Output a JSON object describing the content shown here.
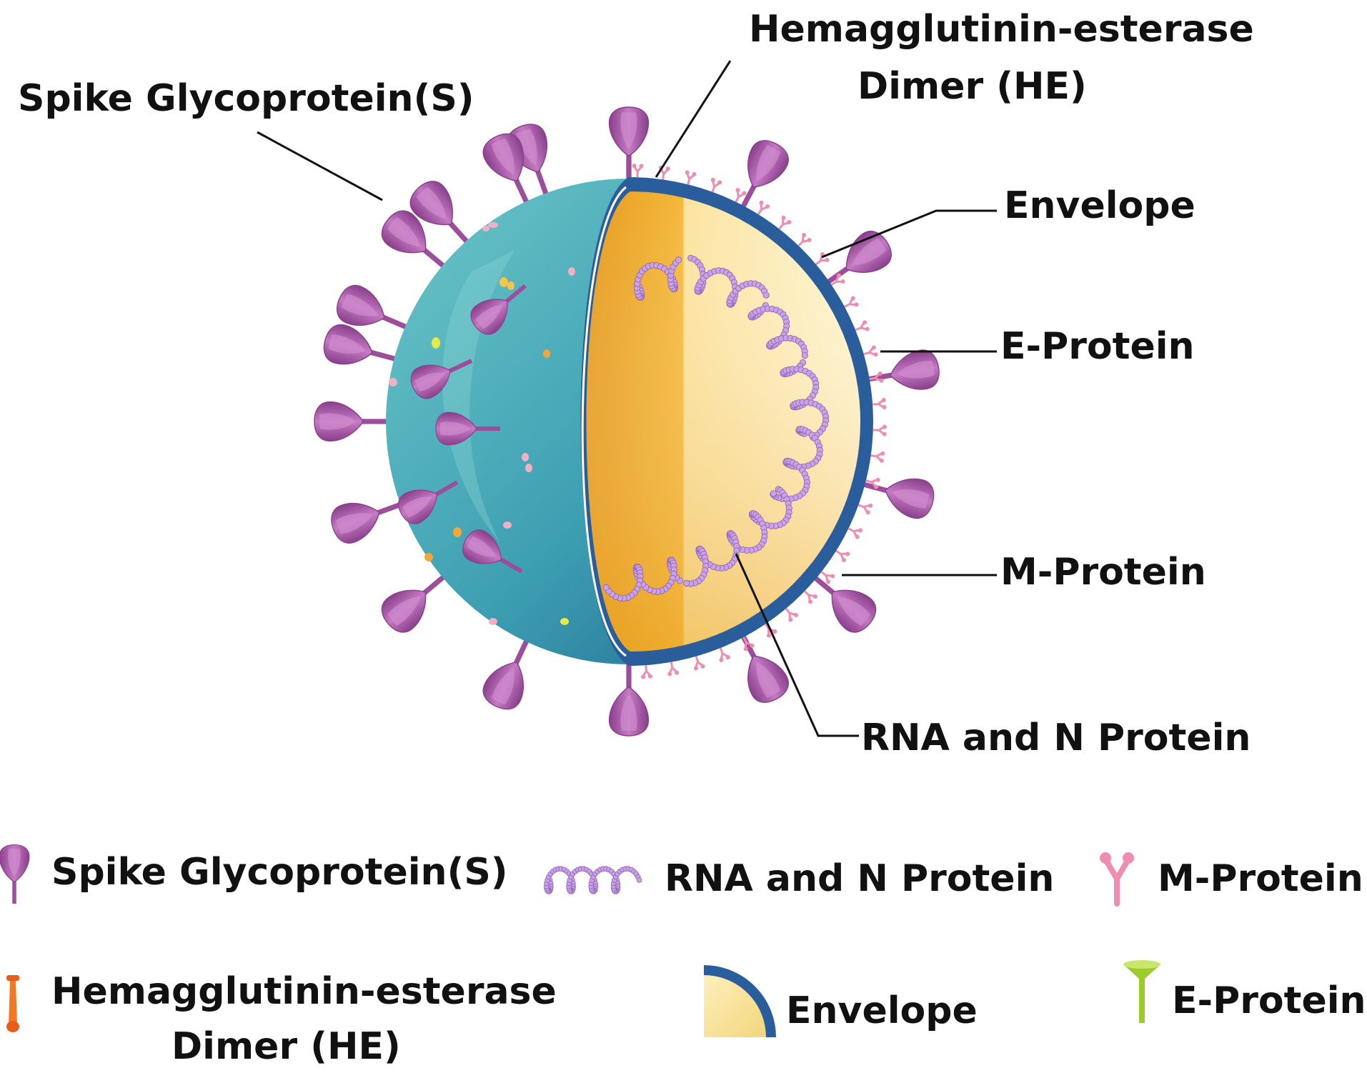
{
  "labels": {
    "spike": "Spike Glycoprotein(S)",
    "he_line1": "Hemagglutinin-esterase",
    "he_line2": "Dimer (HE)",
    "envelope": "Envelope",
    "e_protein": "E-Protein",
    "m_protein": "M-Protein",
    "rna": "RNA and N Protein"
  },
  "legend": {
    "spike": "Spike Glycoprotein(S)",
    "rna": "RNA and N Protein",
    "m_protein": "M-Protein",
    "he_line1": "Hemagglutinin-esterase",
    "he_line2": "Dimer (HE)",
    "envelope": "Envelope",
    "e_protein": "E-Protein"
  },
  "icons": {
    "spike": "spike-glycoprotein-icon",
    "rna": "rna-coil-icon",
    "m_protein": "m-protein-icon",
    "he": "hemagglutinin-esterase-icon",
    "envelope": "envelope-arc-icon",
    "e_protein": "e-protein-icon"
  },
  "colors": {
    "spike": "#9c4e9c",
    "spike_light": "#c778c4",
    "shell": "#3fa6b0",
    "shell_dark": "#1f6f8f",
    "core": "#f2b632",
    "core_light": "#fbe8a6",
    "envelope": "#2a5d9c",
    "rna": "#b98fd6",
    "m_protein": "#f08cb0",
    "he": "#e85d18",
    "e_protein": "#9ccc2a"
  }
}
